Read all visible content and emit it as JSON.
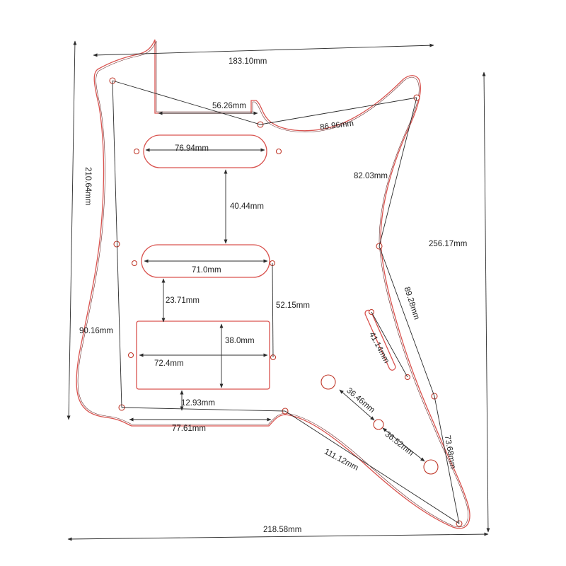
{
  "colors": {
    "outline": "#d9534f",
    "dimension": "#2b2b2b",
    "background": "#ffffff"
  },
  "labels": {
    "width_top": "183.10mm",
    "neck_pocket": "56.26mm",
    "horn_span": "86.96mm",
    "neck_pickup": "76.94mm",
    "pickup_gap": "40.44mm",
    "upper_edge": "82.03mm",
    "height_right": "256.17mm",
    "height_left": "210.64mm",
    "middle_pickup": "71.0mm",
    "lower_edge": "89.28mm",
    "mid_to_hum": "23.71mm",
    "hum_screws": "52.15mm",
    "switch_slot": "41.14mm",
    "left_side": "90.16mm",
    "hum_height": "38.0mm",
    "hum_width": "72.4mm",
    "control_spacing_1": "36.46mm",
    "bottom_gap": "12.93mm",
    "control_spacing_2": "36.52mm",
    "bottom_edge": "77.61mm",
    "tail_diagonal": "111.12mm",
    "tail_right": "73.68mm",
    "width_bottom": "218.58mm"
  }
}
